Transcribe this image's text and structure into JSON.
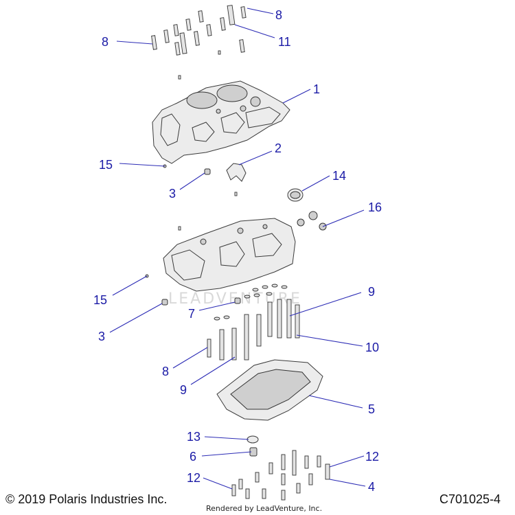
{
  "diagram": {
    "callouts": [
      "8",
      "11",
      "8",
      "1",
      "15",
      "2",
      "3",
      "14",
      "16",
      "15",
      "3",
      "7",
      "9",
      "10",
      "8",
      "9",
      "5",
      "13",
      "6",
      "12",
      "12",
      "4"
    ]
  },
  "footer": {
    "copyright": "© 2019 Polaris Industries Inc.",
    "drawing_number": "C701025-4",
    "rendered_by": "Rendered by LeadVenture, Inc."
  },
  "watermark": {
    "text": "LEADVENTURE"
  },
  "colors": {
    "callout": "#1a1aa6",
    "line_art": "#333333",
    "background": "#ffffff"
  }
}
